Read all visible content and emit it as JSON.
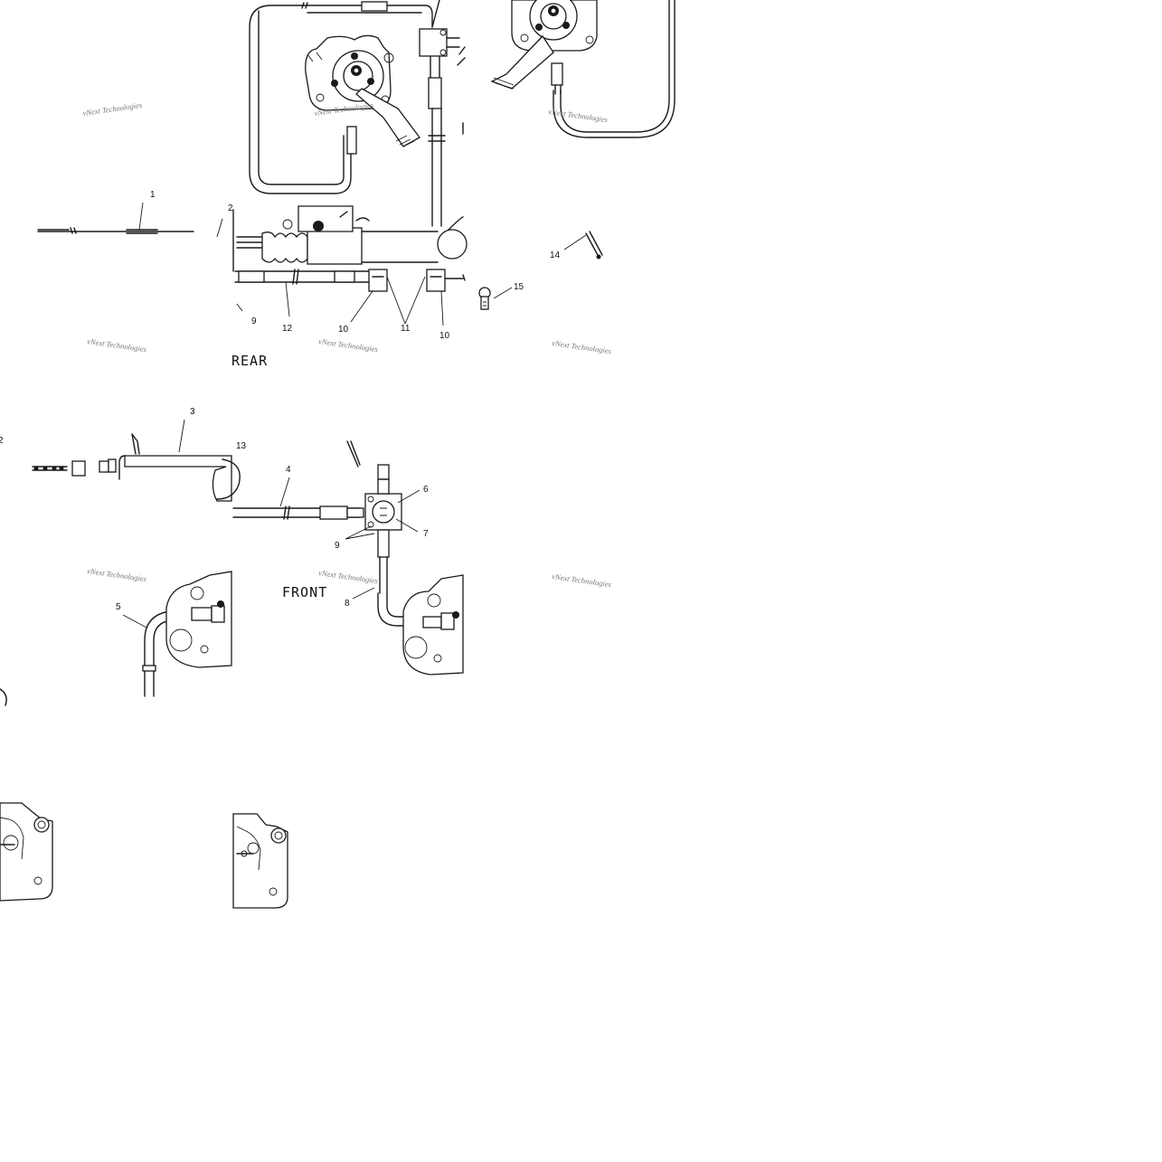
{
  "labels": {
    "rear": "REAR",
    "front": "FRONT"
  },
  "watermark": "vNext Technologies",
  "callouts": [
    {
      "id": "c1",
      "text": "1"
    },
    {
      "id": "c2a",
      "text": "2"
    },
    {
      "id": "c2b",
      "text": "2"
    },
    {
      "id": "c3",
      "text": "3"
    },
    {
      "id": "c4",
      "text": "4"
    },
    {
      "id": "c5",
      "text": "5"
    },
    {
      "id": "c6",
      "text": "6"
    },
    {
      "id": "c7",
      "text": "7"
    },
    {
      "id": "c8",
      "text": "8"
    },
    {
      "id": "c9a",
      "text": "9"
    },
    {
      "id": "c9b",
      "text": "9"
    },
    {
      "id": "c10a",
      "text": "10"
    },
    {
      "id": "c10b",
      "text": "10"
    },
    {
      "id": "c11",
      "text": "11"
    },
    {
      "id": "c12",
      "text": "12"
    },
    {
      "id": "c13",
      "text": "13"
    },
    {
      "id": "c14",
      "text": "14"
    },
    {
      "id": "c15",
      "text": "15"
    }
  ]
}
